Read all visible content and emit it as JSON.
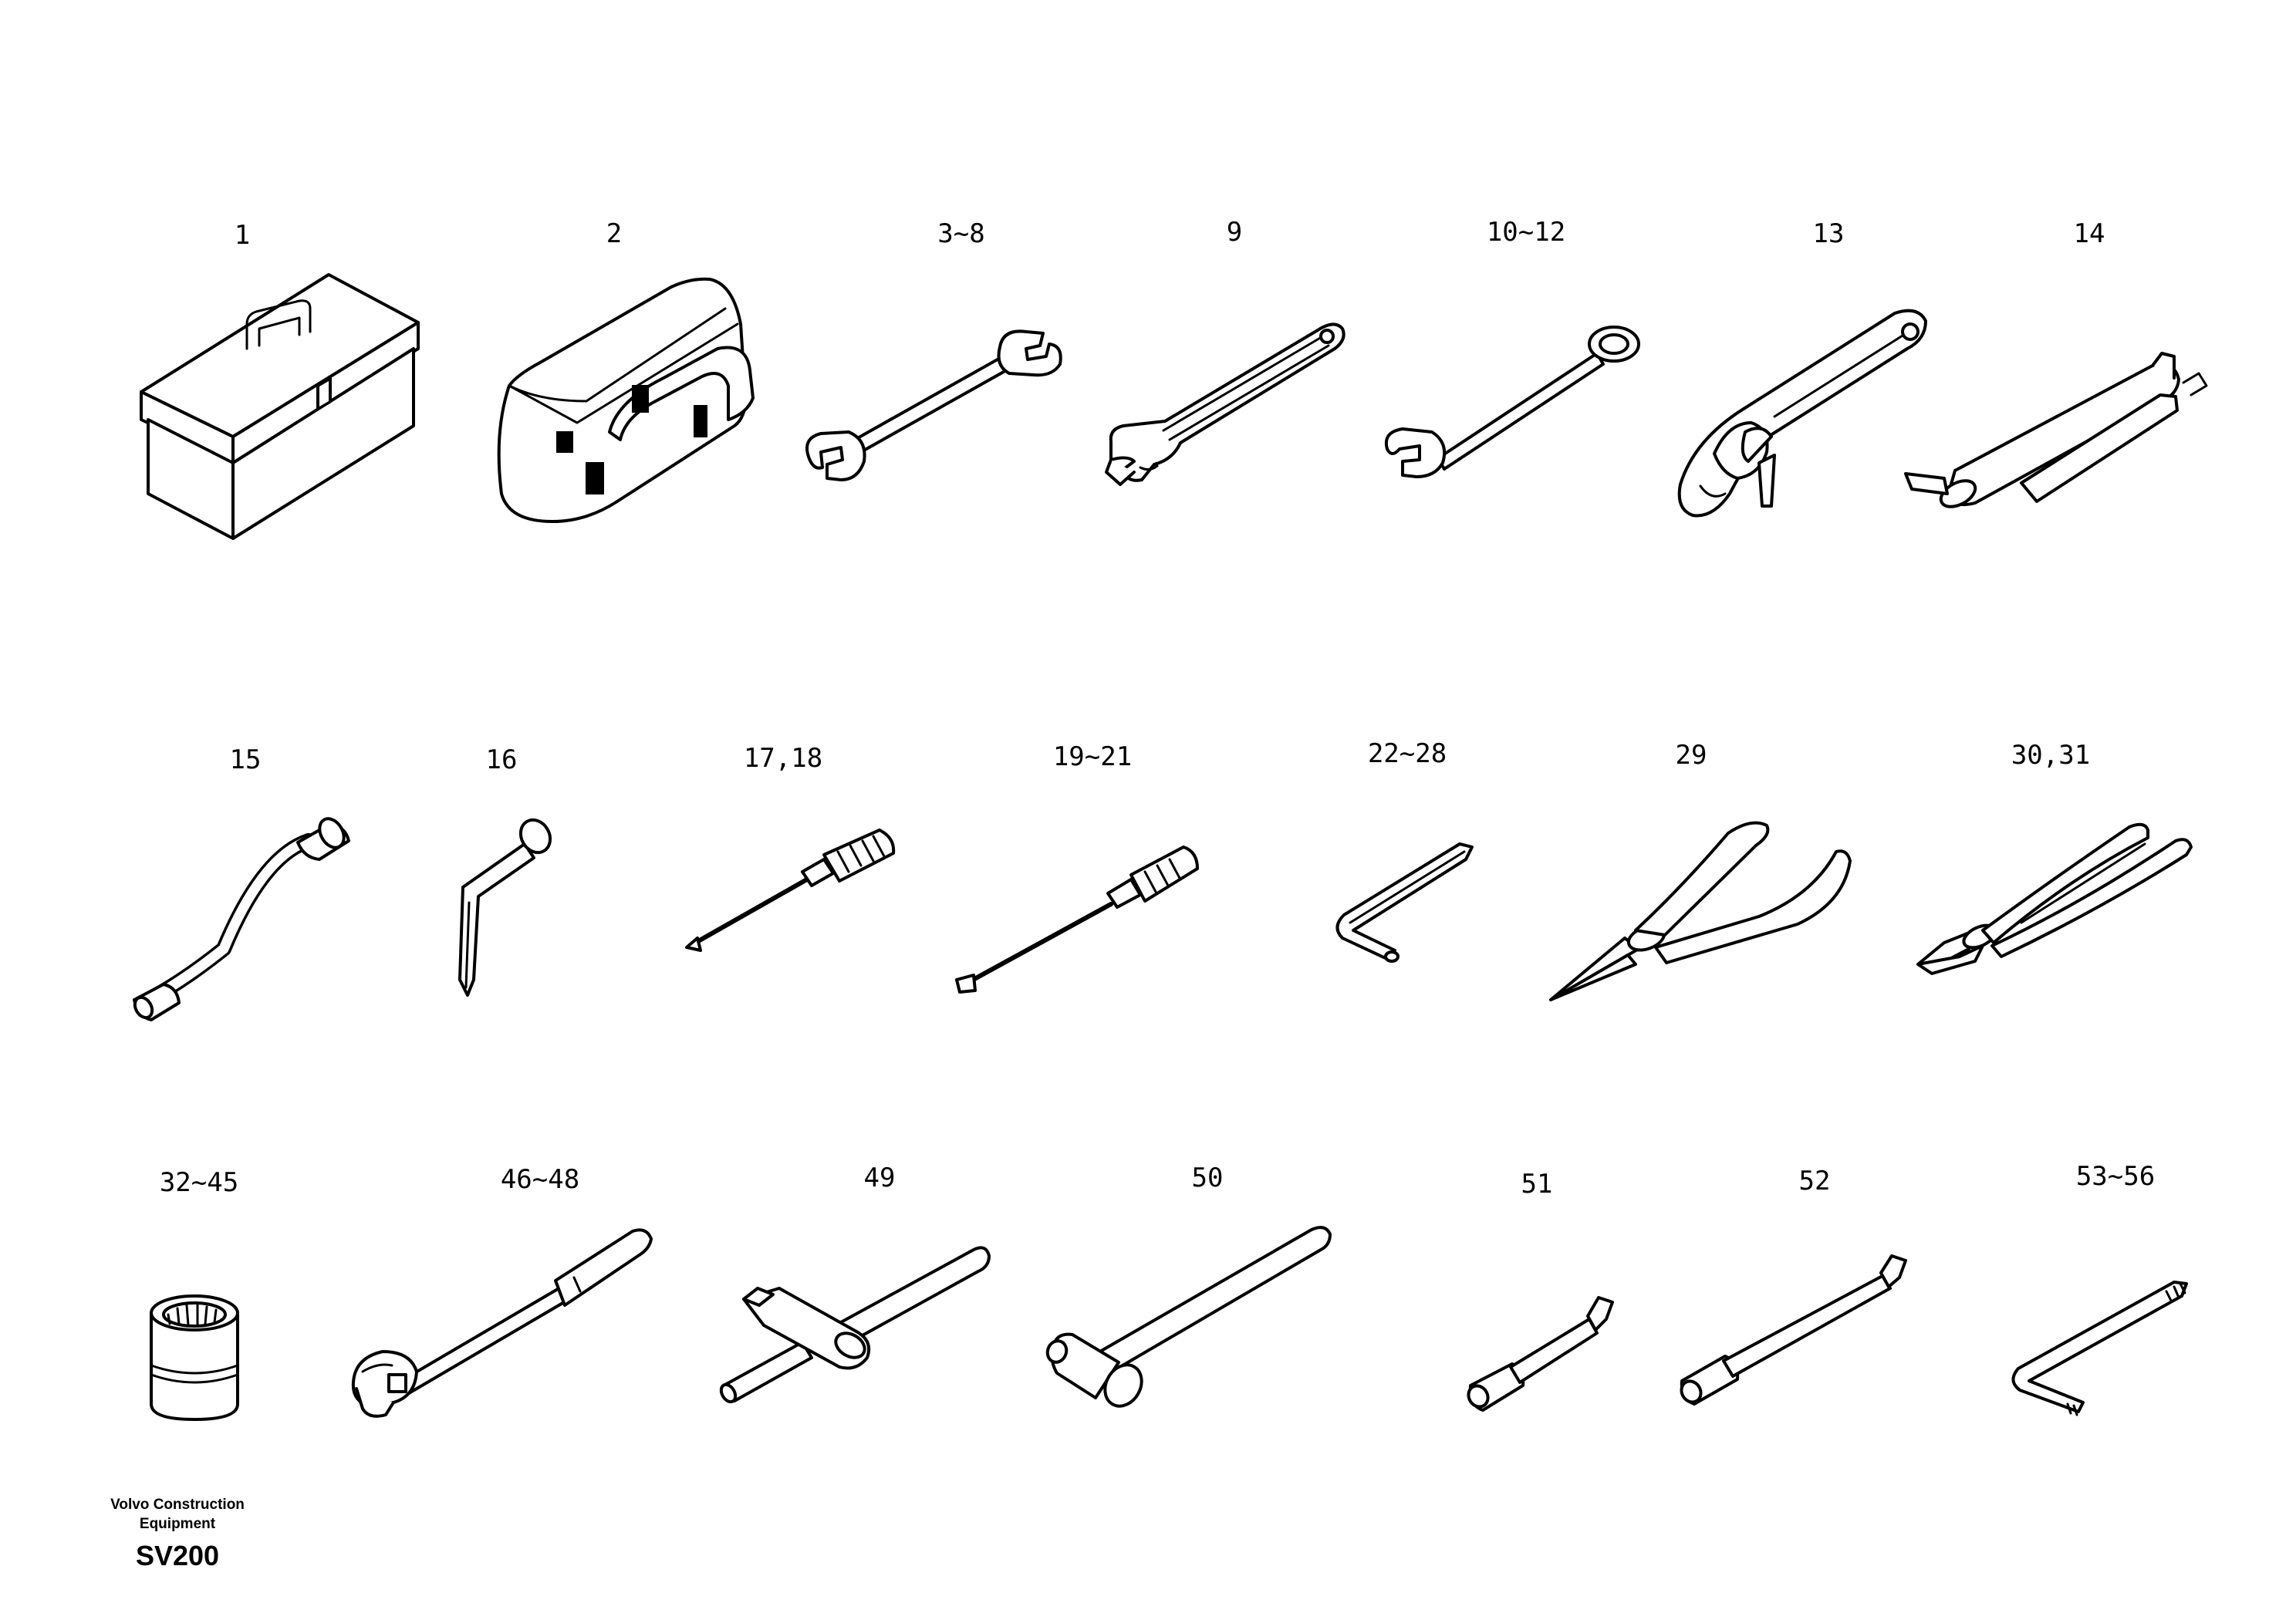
{
  "items": [
    {
      "id": "1",
      "label": "1",
      "icon": "toolbox-icon"
    },
    {
      "id": "2",
      "label": "2",
      "icon": "tool-bag-icon"
    },
    {
      "id": "3",
      "label": "3~8",
      "icon": "double-open-end-wrench-icon"
    },
    {
      "id": "9",
      "label": "9",
      "icon": "adjustable-wrench-icon"
    },
    {
      "id": "10",
      "label": "10~12",
      "icon": "combination-wrench-icon"
    },
    {
      "id": "13",
      "label": "13",
      "icon": "filter-wrench-icon"
    },
    {
      "id": "14",
      "label": "14",
      "icon": "grease-gun-icon"
    },
    {
      "id": "15",
      "label": "15",
      "icon": "bent-socket-wrench-icon"
    },
    {
      "id": "16",
      "label": "16",
      "icon": "l-socket-wrench-icon"
    },
    {
      "id": "17",
      "label": "17,18",
      "icon": "phillips-screwdriver-icon"
    },
    {
      "id": "19",
      "label": "19~21",
      "icon": "flat-screwdriver-icon"
    },
    {
      "id": "22",
      "label": "22~28",
      "icon": "hex-key-icon"
    },
    {
      "id": "29",
      "label": "29",
      "icon": "needle-nose-pliers-icon"
    },
    {
      "id": "30",
      "label": "30,31",
      "icon": "slip-joint-pliers-icon"
    },
    {
      "id": "32",
      "label": "32~45",
      "icon": "socket-icon"
    },
    {
      "id": "46",
      "label": "46~48",
      "icon": "ratchet-handle-icon"
    },
    {
      "id": "49",
      "label": "49",
      "icon": "t-handle-icon"
    },
    {
      "id": "50",
      "label": "50",
      "icon": "hammer-icon"
    },
    {
      "id": "51",
      "label": "51",
      "icon": "short-extension-bar-icon"
    },
    {
      "id": "52",
      "label": "52",
      "icon": "long-extension-bar-icon"
    },
    {
      "id": "53",
      "label": "53~56",
      "icon": "torx-key-icon"
    }
  ],
  "footer": {
    "brand_line1": "Volvo Construction",
    "brand_line2": "Equipment",
    "model": "SV200"
  }
}
